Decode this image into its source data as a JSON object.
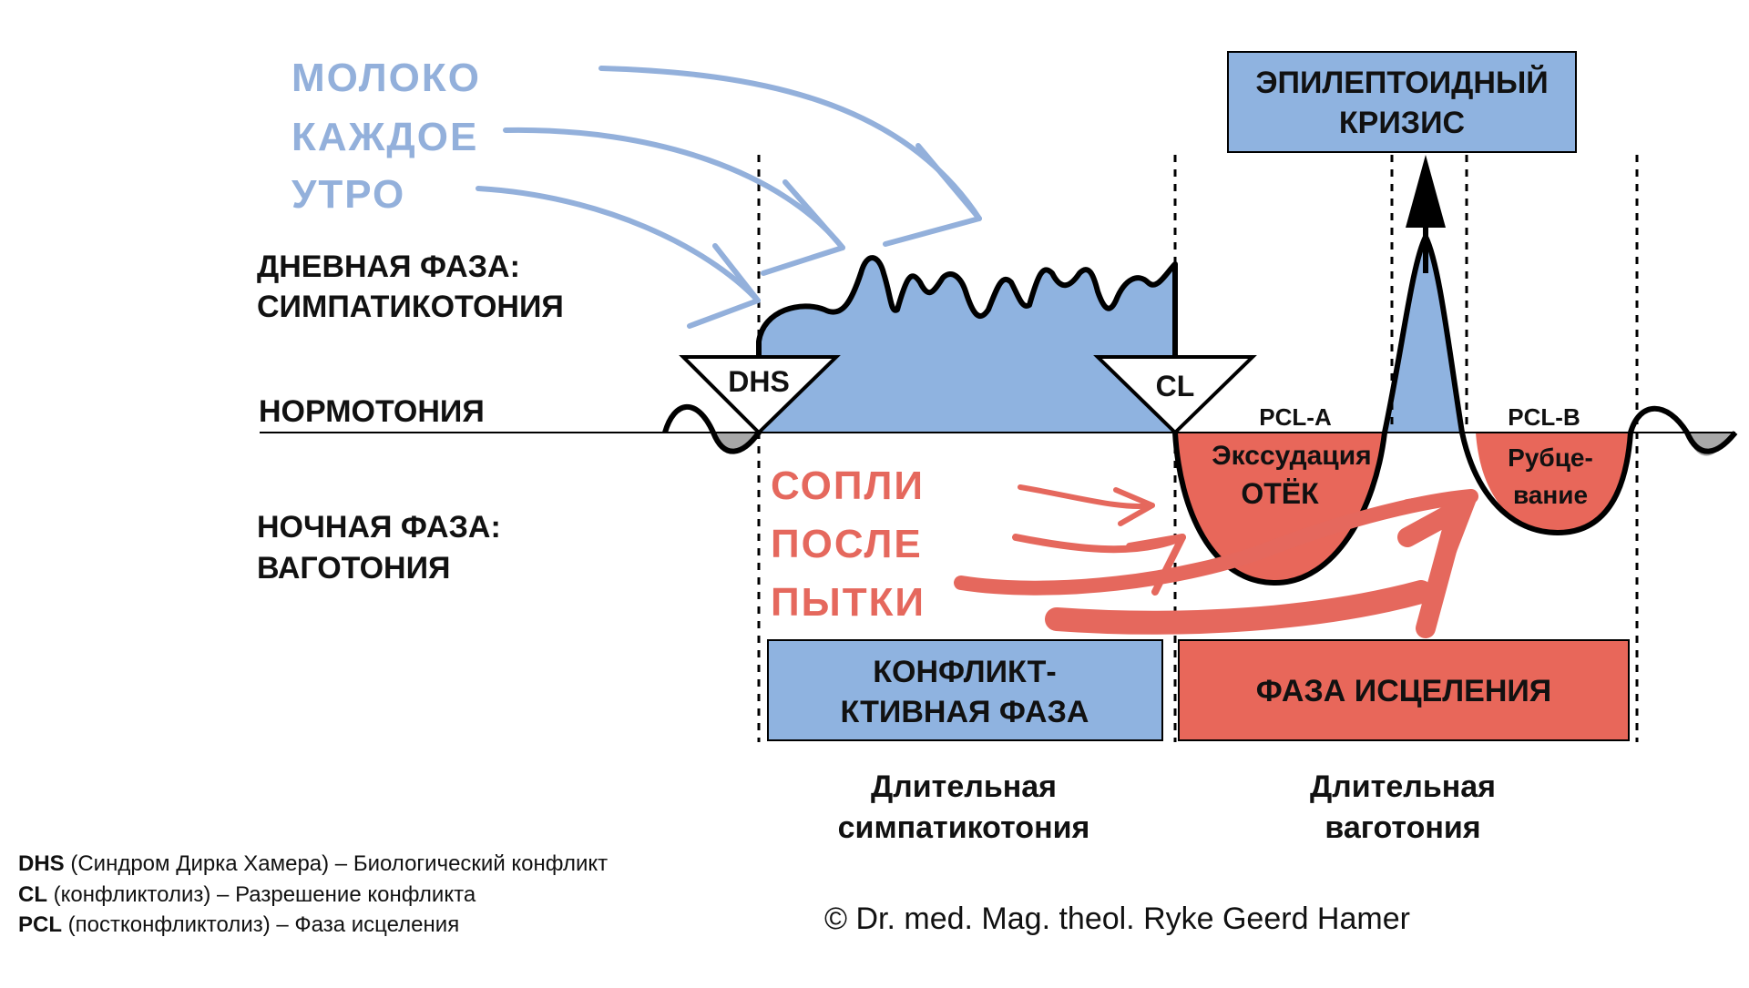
{
  "colors": {
    "blue_fill": "#8fb3e0",
    "red_fill": "#e8675a",
    "gray_fill": "#a8a8a8",
    "annotation_blue": "#93b0db",
    "annotation_red": "#e5685d",
    "line": "#000000"
  },
  "annotations": {
    "blue": {
      "line1": "МОЛОКО",
      "line2": "КАЖДОЕ",
      "line3": "УТРО"
    },
    "red": {
      "line1": "СОПЛИ",
      "line2": "ПОСЛЕ",
      "line3": "ПЫТКИ"
    }
  },
  "phases": {
    "day_line1": "ДНЕВНАЯ ФАЗА:",
    "day_line2": "СИМПАТИКОТОНИЯ",
    "normo": "НОРМОТОНИЯ",
    "night_line1": "НОЧНАЯ ФАЗА:",
    "night_line2": "ВАГОТОНИЯ"
  },
  "markers": {
    "dhs": "DHS",
    "cl": "CL",
    "pcl_a": "PCL-A",
    "pcl_b": "PCL-B"
  },
  "crisis": {
    "line1": "ЭПИЛЕПТОИДНЫЙ",
    "line2": "КРИЗИС"
  },
  "red_labels": {
    "exudation": "Экссудация",
    "edema": "ОТЁК",
    "scar1": "Рубце-",
    "scar2": "вание"
  },
  "boxes": {
    "conflict_line1": "КОНФЛИКТ-",
    "conflict_line2": "КТИВНАЯ ФАЗА",
    "healing": "ФАЗА ИСЦЕЛЕНИЯ"
  },
  "captions": {
    "left_line1": "Длительная",
    "left_line2": "симпатикотония",
    "right_line1": "Длительная",
    "right_line2": "ваготония"
  },
  "legend": [
    {
      "term": "DHS",
      "desc": " (Синдром Дирка Хамера) – Биологический конфликт"
    },
    {
      "term": "CL",
      "desc": " (конфликтолиз) – Разрешение конфликта"
    },
    {
      "term": "PCL",
      "desc": " (постконфликтолиз) – Фаза исцеления"
    }
  ],
  "copyright": "© Dr. med. Mag. theol. Ryke Geerd Hamer"
}
